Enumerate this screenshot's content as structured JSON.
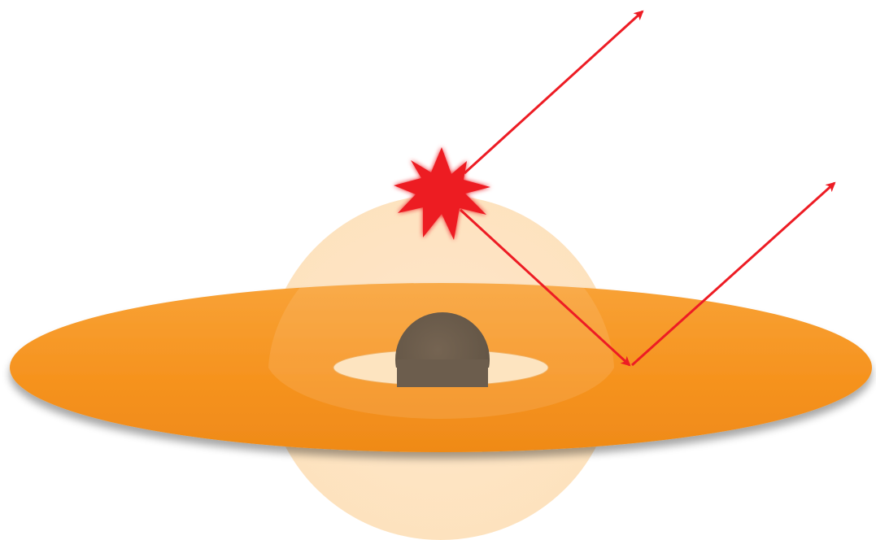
{
  "diagram": {
    "elements": {
      "corona": "corona-cloud",
      "accretion_disk": "accretion-disk",
      "black_hole": "black-hole",
      "flare_source": "flare-burst",
      "direct_ray": "direct-emission-arrow",
      "reflected_ray": "reflected-emission-arrow"
    }
  },
  "colors": {
    "corona": "#fde6c7",
    "disk": "#f6931f",
    "disk_edge": "#d88215",
    "black_hole": "#6c5d4d",
    "inner_hole": "#fde4c0",
    "flare": "#ed1c24",
    "arrow": "#ed1c24",
    "background": "#ffffff"
  }
}
